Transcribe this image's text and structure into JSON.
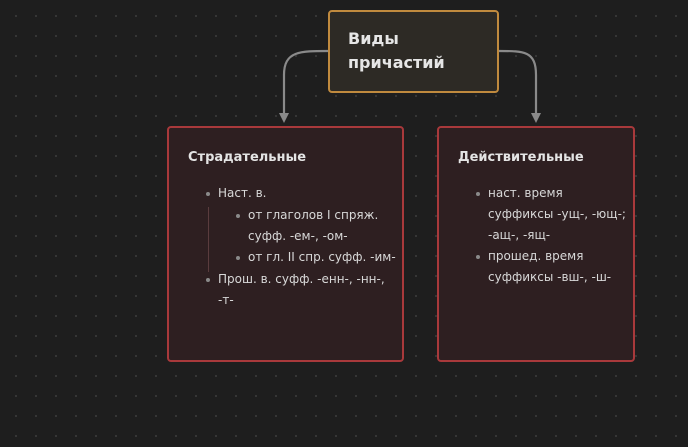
{
  "root": {
    "title_line1": "Виды",
    "title_line2": "причастий"
  },
  "left_card": {
    "title": "Страдательные",
    "items": [
      {
        "text": "Наст. в.",
        "children": [
          "от глаголов I спряж. суфф. -ем-, -ом-",
          "от гл. II спр. суфф. -им-"
        ]
      },
      {
        "text": "Прош. в. суфф. -енн-, -нн-, -т-"
      }
    ]
  },
  "right_card": {
    "title": "Действительные",
    "items": [
      "наст. время суффиксы -ущ-, -ющ-; -ащ-, -ящ-",
      "прошед. время суффиксы -вш-, -ш-"
    ]
  },
  "colors": {
    "root_border": "#c08a3e",
    "card_border": "#a8393b",
    "card_fill": "#2e1f21",
    "connector": "#8a8a8a"
  }
}
